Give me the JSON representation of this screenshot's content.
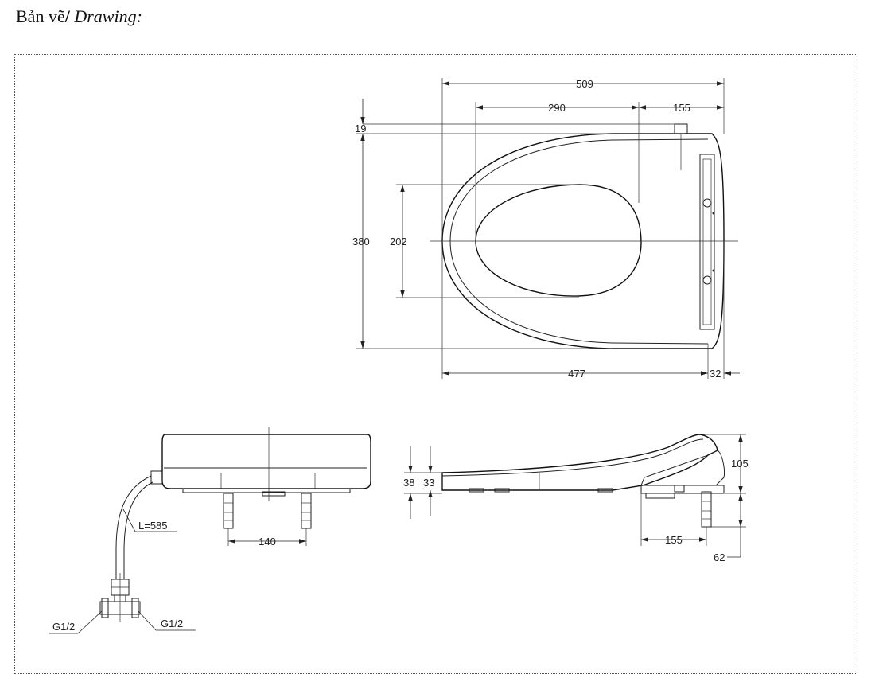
{
  "header": {
    "title_vi": "Bản vẽ",
    "title_en": "Drawing:"
  },
  "dimensions": {
    "d509": "509",
    "d290": "290",
    "d155_top": "155",
    "d19": "19",
    "d380": "380",
    "d202": "202",
    "d477": "477",
    "d32": "32",
    "d585": "L=585",
    "d140": "140",
    "g12_left": "G1/2",
    "g12_right": "G1/2",
    "d38": "38",
    "d33": "33",
    "d105": "105",
    "d155_side": "155",
    "d62": "62"
  }
}
